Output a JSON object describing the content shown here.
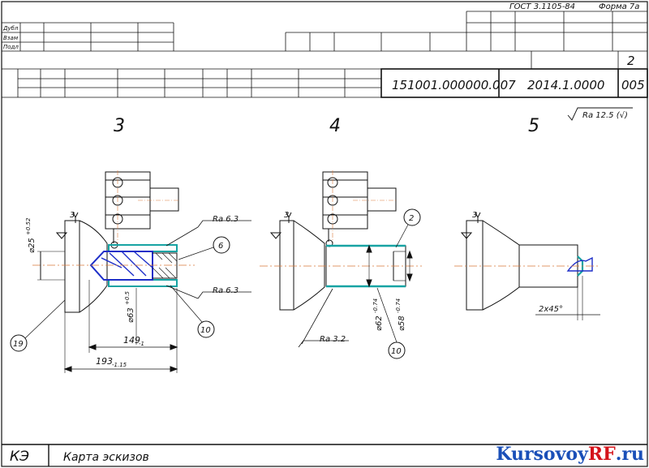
{
  "stamp": {
    "standard": "ГОСТ 3.1105-84",
    "form": "Форма 7а",
    "row_labels": [
      "Дубл",
      "Взам",
      "Подл"
    ],
    "sheet_number": "2",
    "document_code": "151001.000000.007",
    "code_2": "2014.1.0000",
    "operation": "005"
  },
  "footer": {
    "code": "КЭ",
    "title": "Карта эскизов"
  },
  "sketches": {
    "3": {
      "number": "3",
      "base_mark": "3",
      "dim_bore": "⌀25",
      "dim_bore_tol": "+0.52",
      "dim_inner": "⌀63",
      "dim_inner_tol": "+0.5",
      "dim_len1": "149",
      "dim_len1_tol": "-1",
      "dim_len2": "193",
      "dim_len2_tol": "-1.15",
      "ra_top": "Ra 6.3",
      "ra_bottom": "Ra 6.3",
      "callout_a": "6",
      "callout_b": "10",
      "callout_c": "19"
    },
    "4": {
      "number": "4",
      "base_mark": "3",
      "dim_d1": "⌀62",
      "dim_d1_tol": "-0.74",
      "dim_d2": "⌀58",
      "dim_d2_tol": "-0.74",
      "ra": "Ra 3.2",
      "callout_a": "2",
      "callout_b": "10"
    },
    "5": {
      "number": "5",
      "base_mark": "3",
      "chamfer": "2x45°",
      "roughness": "Ra 12.5 (√)"
    }
  },
  "watermark": {
    "part1": "Kursovoy",
    "part2": "RF",
    "part3": ".ru"
  },
  "colors": {
    "line": "#111111",
    "surface_teal": "#17a3a3",
    "tool_blue": "#1e2fc8",
    "watermark_blue": "#1a4fb8",
    "watermark_red": "#d4141b"
  }
}
